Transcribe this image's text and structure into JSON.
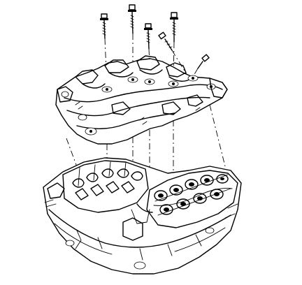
{
  "figure": {
    "type": "exploded-view line illustration",
    "components": [
      {
        "name": "bolts",
        "count": 6
      },
      {
        "name": "upper-intake-manifold"
      },
      {
        "name": "engine-block-with-cylinder-heads"
      }
    ],
    "colors": {
      "line": "#000000",
      "background": "#ffffff"
    }
  }
}
